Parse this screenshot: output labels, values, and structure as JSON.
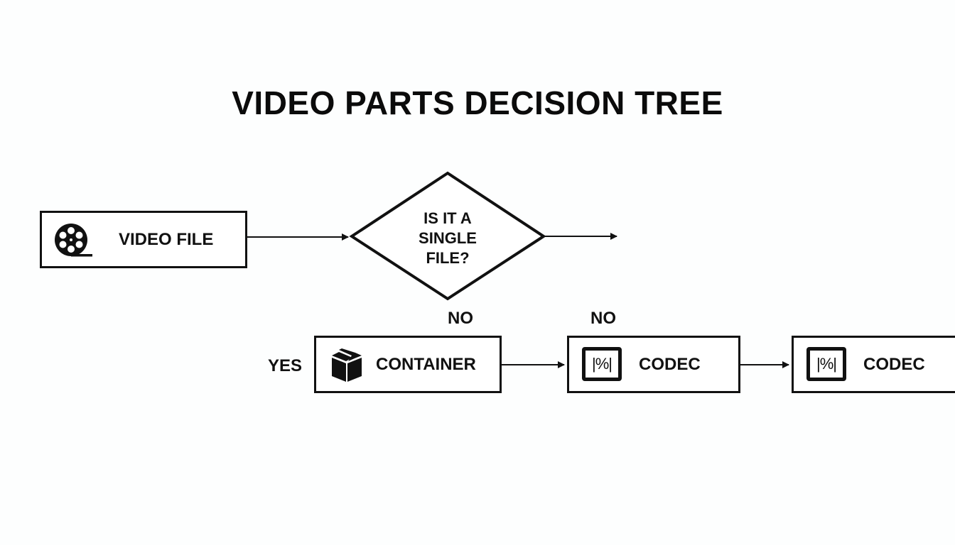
{
  "title": "VIDEO PARTS DECISION TREE",
  "nodes": {
    "video_file": {
      "label": "VIDEO FILE",
      "icon": "film-reel-icon"
    },
    "decision": {
      "line1": "IS IT A",
      "line2": "SINGLE",
      "line3": "FILE?"
    },
    "container": {
      "label": "CONTAINER",
      "icon": "box-icon"
    },
    "codec1": {
      "label": "CODEC",
      "icon": "codec-icon",
      "glyph": "|%|"
    },
    "codec2": {
      "label": "CODEC",
      "icon": "codec-icon",
      "glyph": "|%|"
    }
  },
  "edge_labels": {
    "yes": "YES",
    "no_1": "NO",
    "no_2": "NO"
  }
}
